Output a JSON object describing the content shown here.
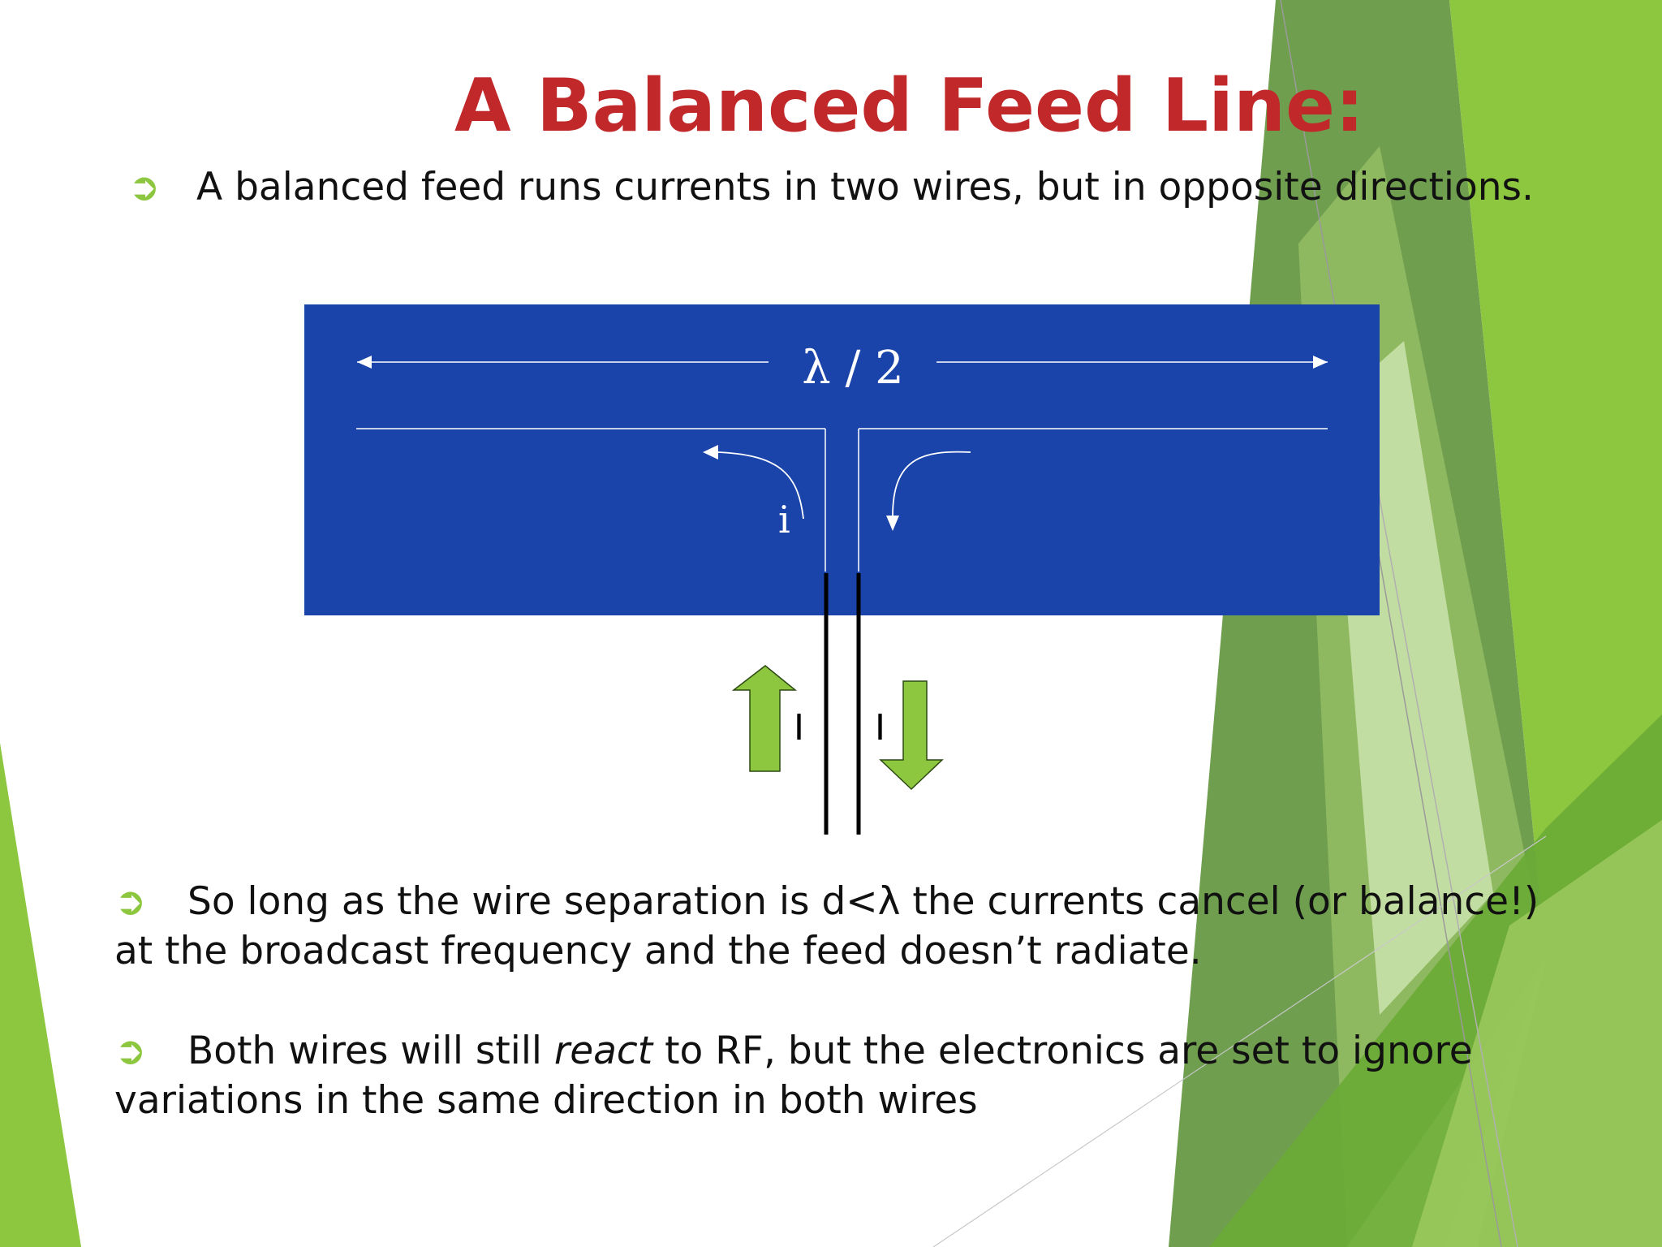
{
  "slide": {
    "title": "A Balanced Feed Line:",
    "bullet_mark": "➲",
    "bullet1": {
      "text": "A balanced feed runs currents in two wires, but in opposite directions."
    },
    "bullet2": {
      "text": "So long as the wire separation is d<λ the currents cancel (or balance!) at the broadcast frequency and the feed doesn’t radiate."
    },
    "bullet3": {
      "before": "Both wires will still ",
      "emphasis": "react",
      "after": " to RF, but the electronics are set to ignore variations in the same direction in both wires"
    }
  },
  "diagram": {
    "span_label": "λ / 2",
    "antenna_current_label": "i",
    "left_feed_current_label": "I",
    "right_feed_current_label": "I",
    "colors": {
      "panel": "#1a44a9",
      "arrow_green": "#8dc63f",
      "title_red": "#c0282a",
      "wire": "#000000"
    }
  },
  "theme": {
    "accent_colors": [
      "#6a9a45",
      "#8dc63f",
      "#b5d98b",
      "#5a9a2a"
    ]
  }
}
